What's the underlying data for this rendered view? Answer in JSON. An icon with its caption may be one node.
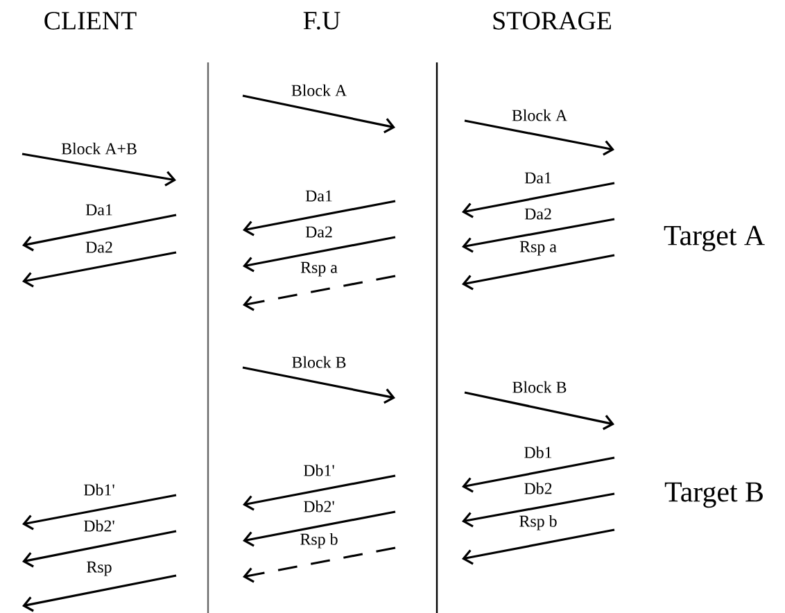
{
  "diagram": {
    "nodes": [
      {
        "text": [
          "CLIENT"
        ]
      },
      {
        "text": [
          "F.U"
        ]
      },
      {
        "text": [
          "STORAGE"
        ]
      },
      {
        "text": [
          "Target A"
        ]
      },
      {
        "text": [
          "Target B"
        ]
      }
    ],
    "labels": [
      "Block A+B",
      "Block A",
      "Block A",
      "Da1",
      "Da2",
      "Rsp a",
      "Da1",
      "Da2",
      "Rsp a",
      "Da1",
      "Da2",
      "Block B",
      "Block B",
      "Db1",
      "Db2",
      "Rsp b",
      "Db1'",
      "Db2'",
      "Rsp b",
      "Db1'",
      "Db2'",
      "Rsp"
    ]
  }
}
